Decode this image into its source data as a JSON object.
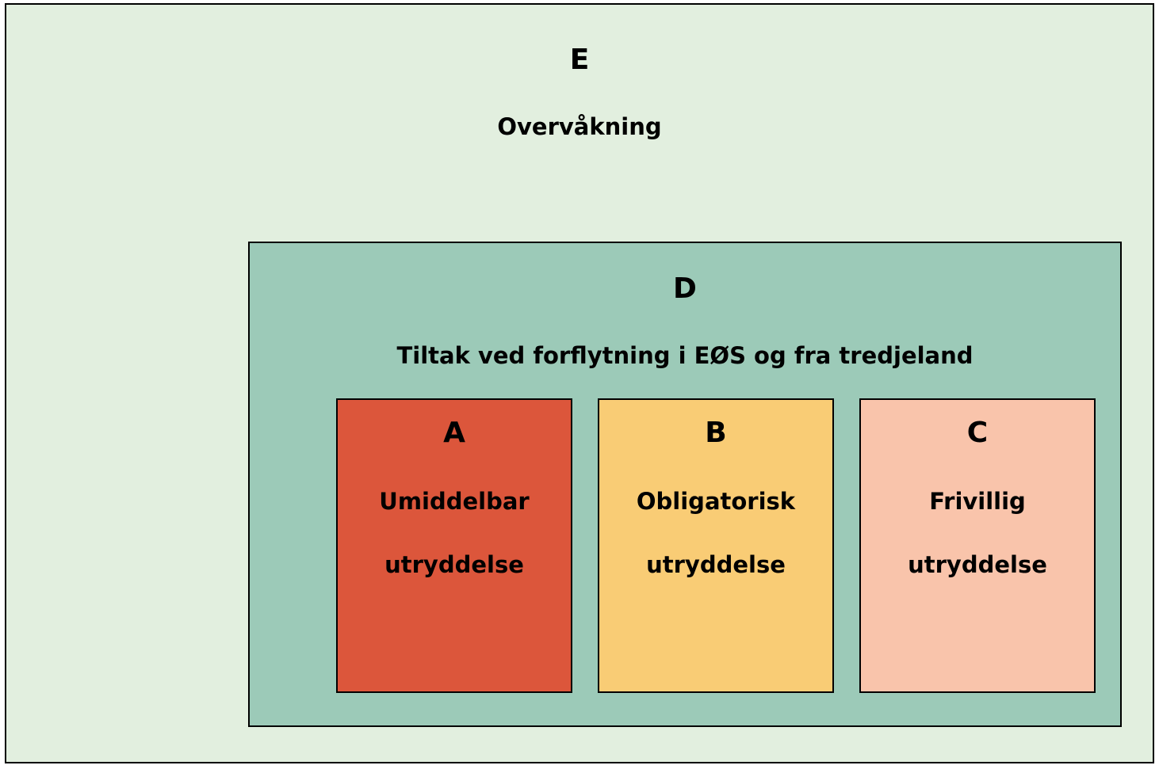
{
  "diagram": {
    "outer": {
      "letter": "E",
      "title": "Overvåkning",
      "color": "#e2efdf"
    },
    "middle": {
      "letter": "D",
      "title": "Tiltak ved forflytning i EØS og fra tredjeland",
      "color": "#9ccab8"
    },
    "boxes": [
      {
        "letter": "A",
        "line1": "Umiddelbar",
        "line2": "utryddelse",
        "color": "#dc563b"
      },
      {
        "letter": "B",
        "line1": "Obligatorisk",
        "line2": "utryddelse",
        "color": "#f9cc75"
      },
      {
        "letter": "C",
        "line1": "Frivillig",
        "line2": "utryddelse",
        "color": "#f9c4ab"
      }
    ]
  }
}
